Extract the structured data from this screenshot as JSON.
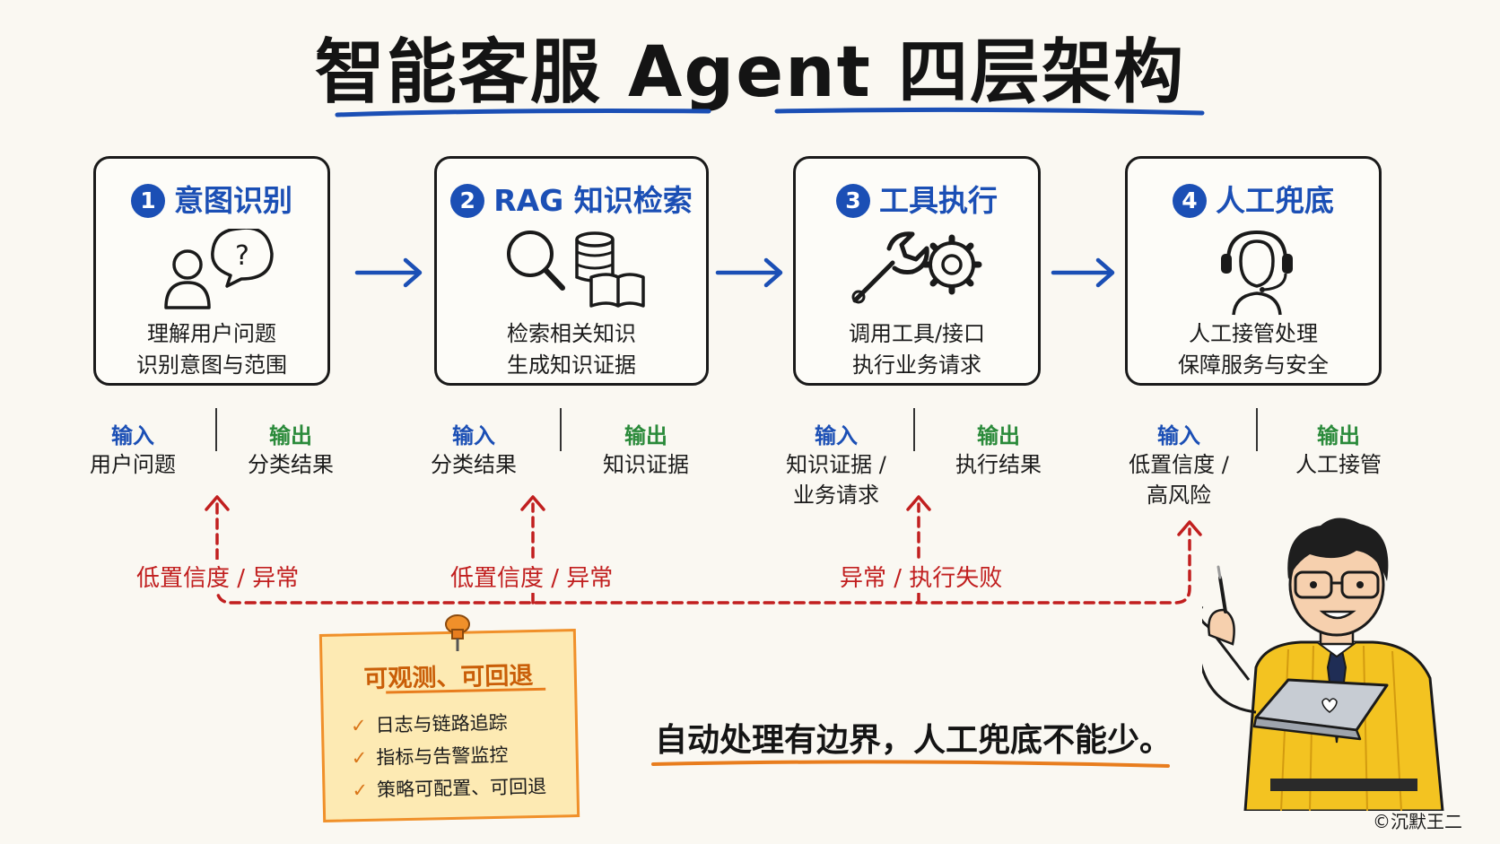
{
  "title": "智能客服 Agent 四层架构",
  "stages": [
    {
      "number": "1",
      "title": "意图识别",
      "desc": [
        "理解用户问题",
        "识别意图与范围"
      ],
      "input_label": "输入",
      "input": [
        "用户问题"
      ],
      "output_label": "输出",
      "output": [
        "分类结果"
      ],
      "icon": "user-question-icon"
    },
    {
      "number": "2",
      "title": "RAG 知识检索",
      "desc": [
        "检索相关知识",
        "生成知识证据"
      ],
      "input_label": "输入",
      "input": [
        "分类结果"
      ],
      "output_label": "输出",
      "output": [
        "知识证据"
      ],
      "icon": "search-database-book-icon"
    },
    {
      "number": "3",
      "title": "工具执行",
      "desc": [
        "调用工具/接口",
        "执行业务请求"
      ],
      "input_label": "输入",
      "input": [
        "知识证据 /",
        "业务请求"
      ],
      "output_label": "输出",
      "output": [
        "执行结果"
      ],
      "icon": "wrench-gear-icon"
    },
    {
      "number": "4",
      "title": "人工兜底",
      "desc": [
        "人工接管处理",
        "保障服务与安全"
      ],
      "input_label": "输入",
      "input": [
        "低置信度 /",
        "高风险"
      ],
      "output_label": "输出",
      "output": [
        "人工接管"
      ],
      "icon": "headset-agent-icon"
    }
  ],
  "fallback_labels": [
    "低置信度 / 异常",
    "低置信度 / 异常",
    "异常 / 执行失败"
  ],
  "note": {
    "title": "可观测、可回退",
    "items": [
      "日志与链路追踪",
      "指标与告警监控",
      "策略可配置、可回退"
    ]
  },
  "slogan": "自动处理有边界，人工兜底不能少。",
  "credit": "©沉默王二",
  "colors": {
    "accent_blue": "#1b4fb5",
    "fallback_red": "#c11f1f",
    "output_green": "#2a8a3a",
    "note_orange": "#e87d1e"
  }
}
